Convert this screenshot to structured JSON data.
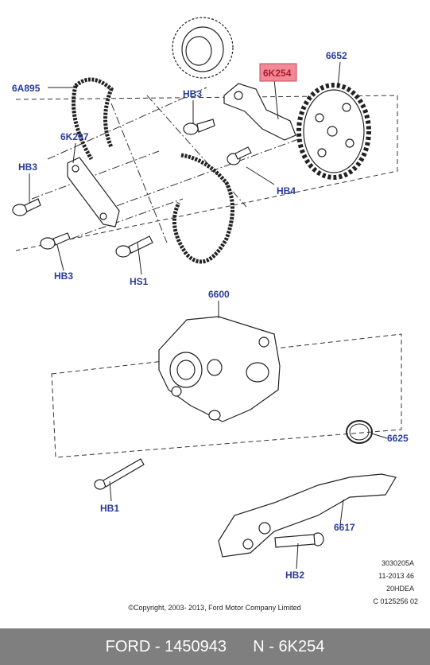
{
  "colors": {
    "label": "#2a3c9b",
    "highlight_fill": "#f08a97",
    "highlight_text": "#b0192c",
    "footer_bg": "#7f7f7f"
  },
  "labels": {
    "chain": "6A895",
    "tensioner": "6K254",
    "sprocket": "6652",
    "guide": "6K297",
    "bolt_hb3_top": "HB3",
    "bolt_hb3_left": "HB3",
    "bolt_hb3_bottom": "HB3",
    "bolt_hb4": "HB4",
    "bolt_hs1": "HS1",
    "pump": "6600",
    "seal": "6625",
    "bolt_hb1": "HB1",
    "pickup": "6617",
    "bolt_hb2": "HB2"
  },
  "ref_block": [
    "3030205A",
    "11-2013 46",
    "20HDEA",
    "C 0125256 02"
  ],
  "copyright": "©Copyright, 2003- 2013, Ford Motor Company Limited",
  "footer": {
    "part": "FORD - 1450943",
    "ref": "N - 6K254"
  }
}
